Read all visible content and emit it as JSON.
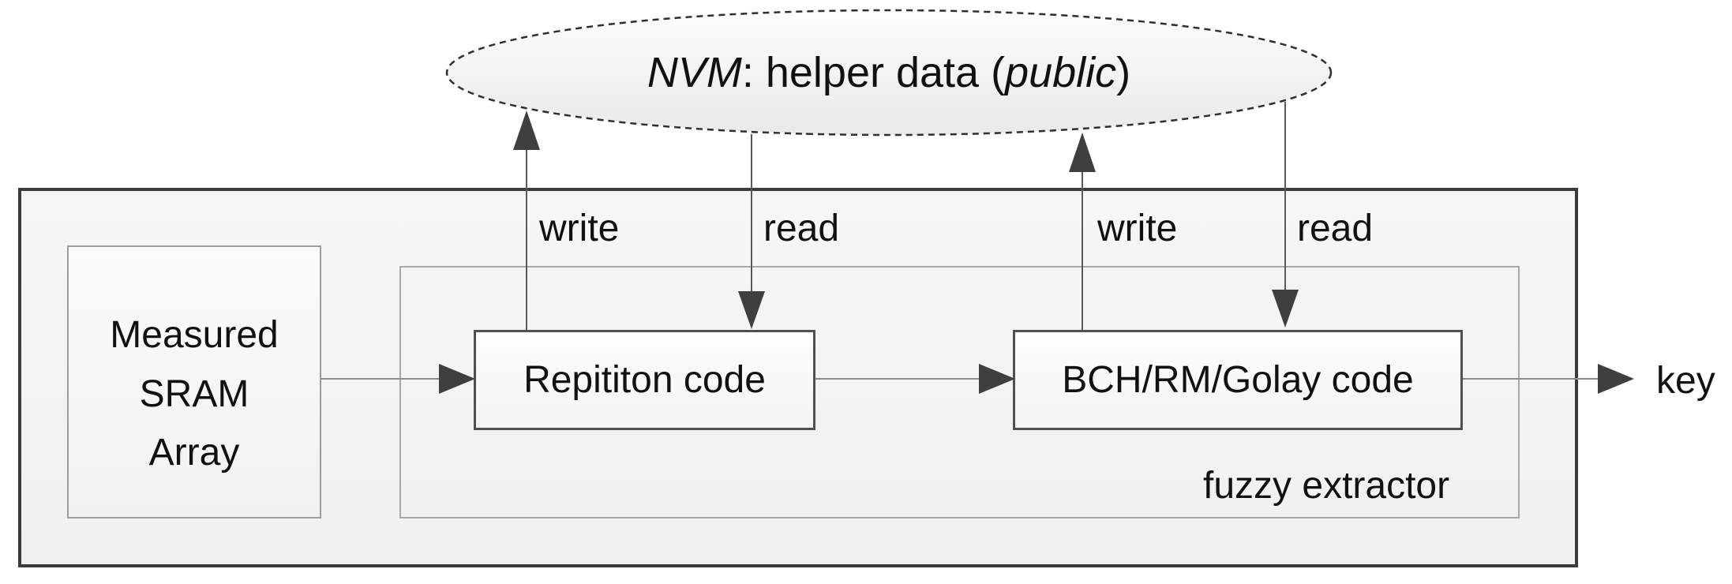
{
  "diagram": {
    "nvm_label": {
      "name_italic": "NVM",
      "middle": ": helper data (",
      "public_italic": "public",
      "closing": ")"
    },
    "blocks": {
      "sram_label": "Measured\nSRAM\nArray",
      "repetition_label": "Repititon code",
      "bch_label": "BCH/RM/Golay code",
      "fuzzy_label": "fuzzy extractor"
    },
    "arrows": {
      "write_left": "write",
      "read_left": "read",
      "write_right": "write",
      "read_right": "read",
      "key": "key"
    },
    "colors": {
      "outer_border": "#3b3b3b",
      "thin_border": "#9d9d9d",
      "code_box_border": "#505050",
      "panel_fill": "#f2f2f2",
      "ellipse_fill_top": "#fdfdfd",
      "ellipse_fill_bottom": "#e9e9e9",
      "ellipse_dash_stroke": "#2f2f2f",
      "connector_line": "#8c8c8c",
      "arrow_line": "#5a5a5a",
      "arrow_head": "#3f3f3f",
      "text": "#111111"
    }
  }
}
